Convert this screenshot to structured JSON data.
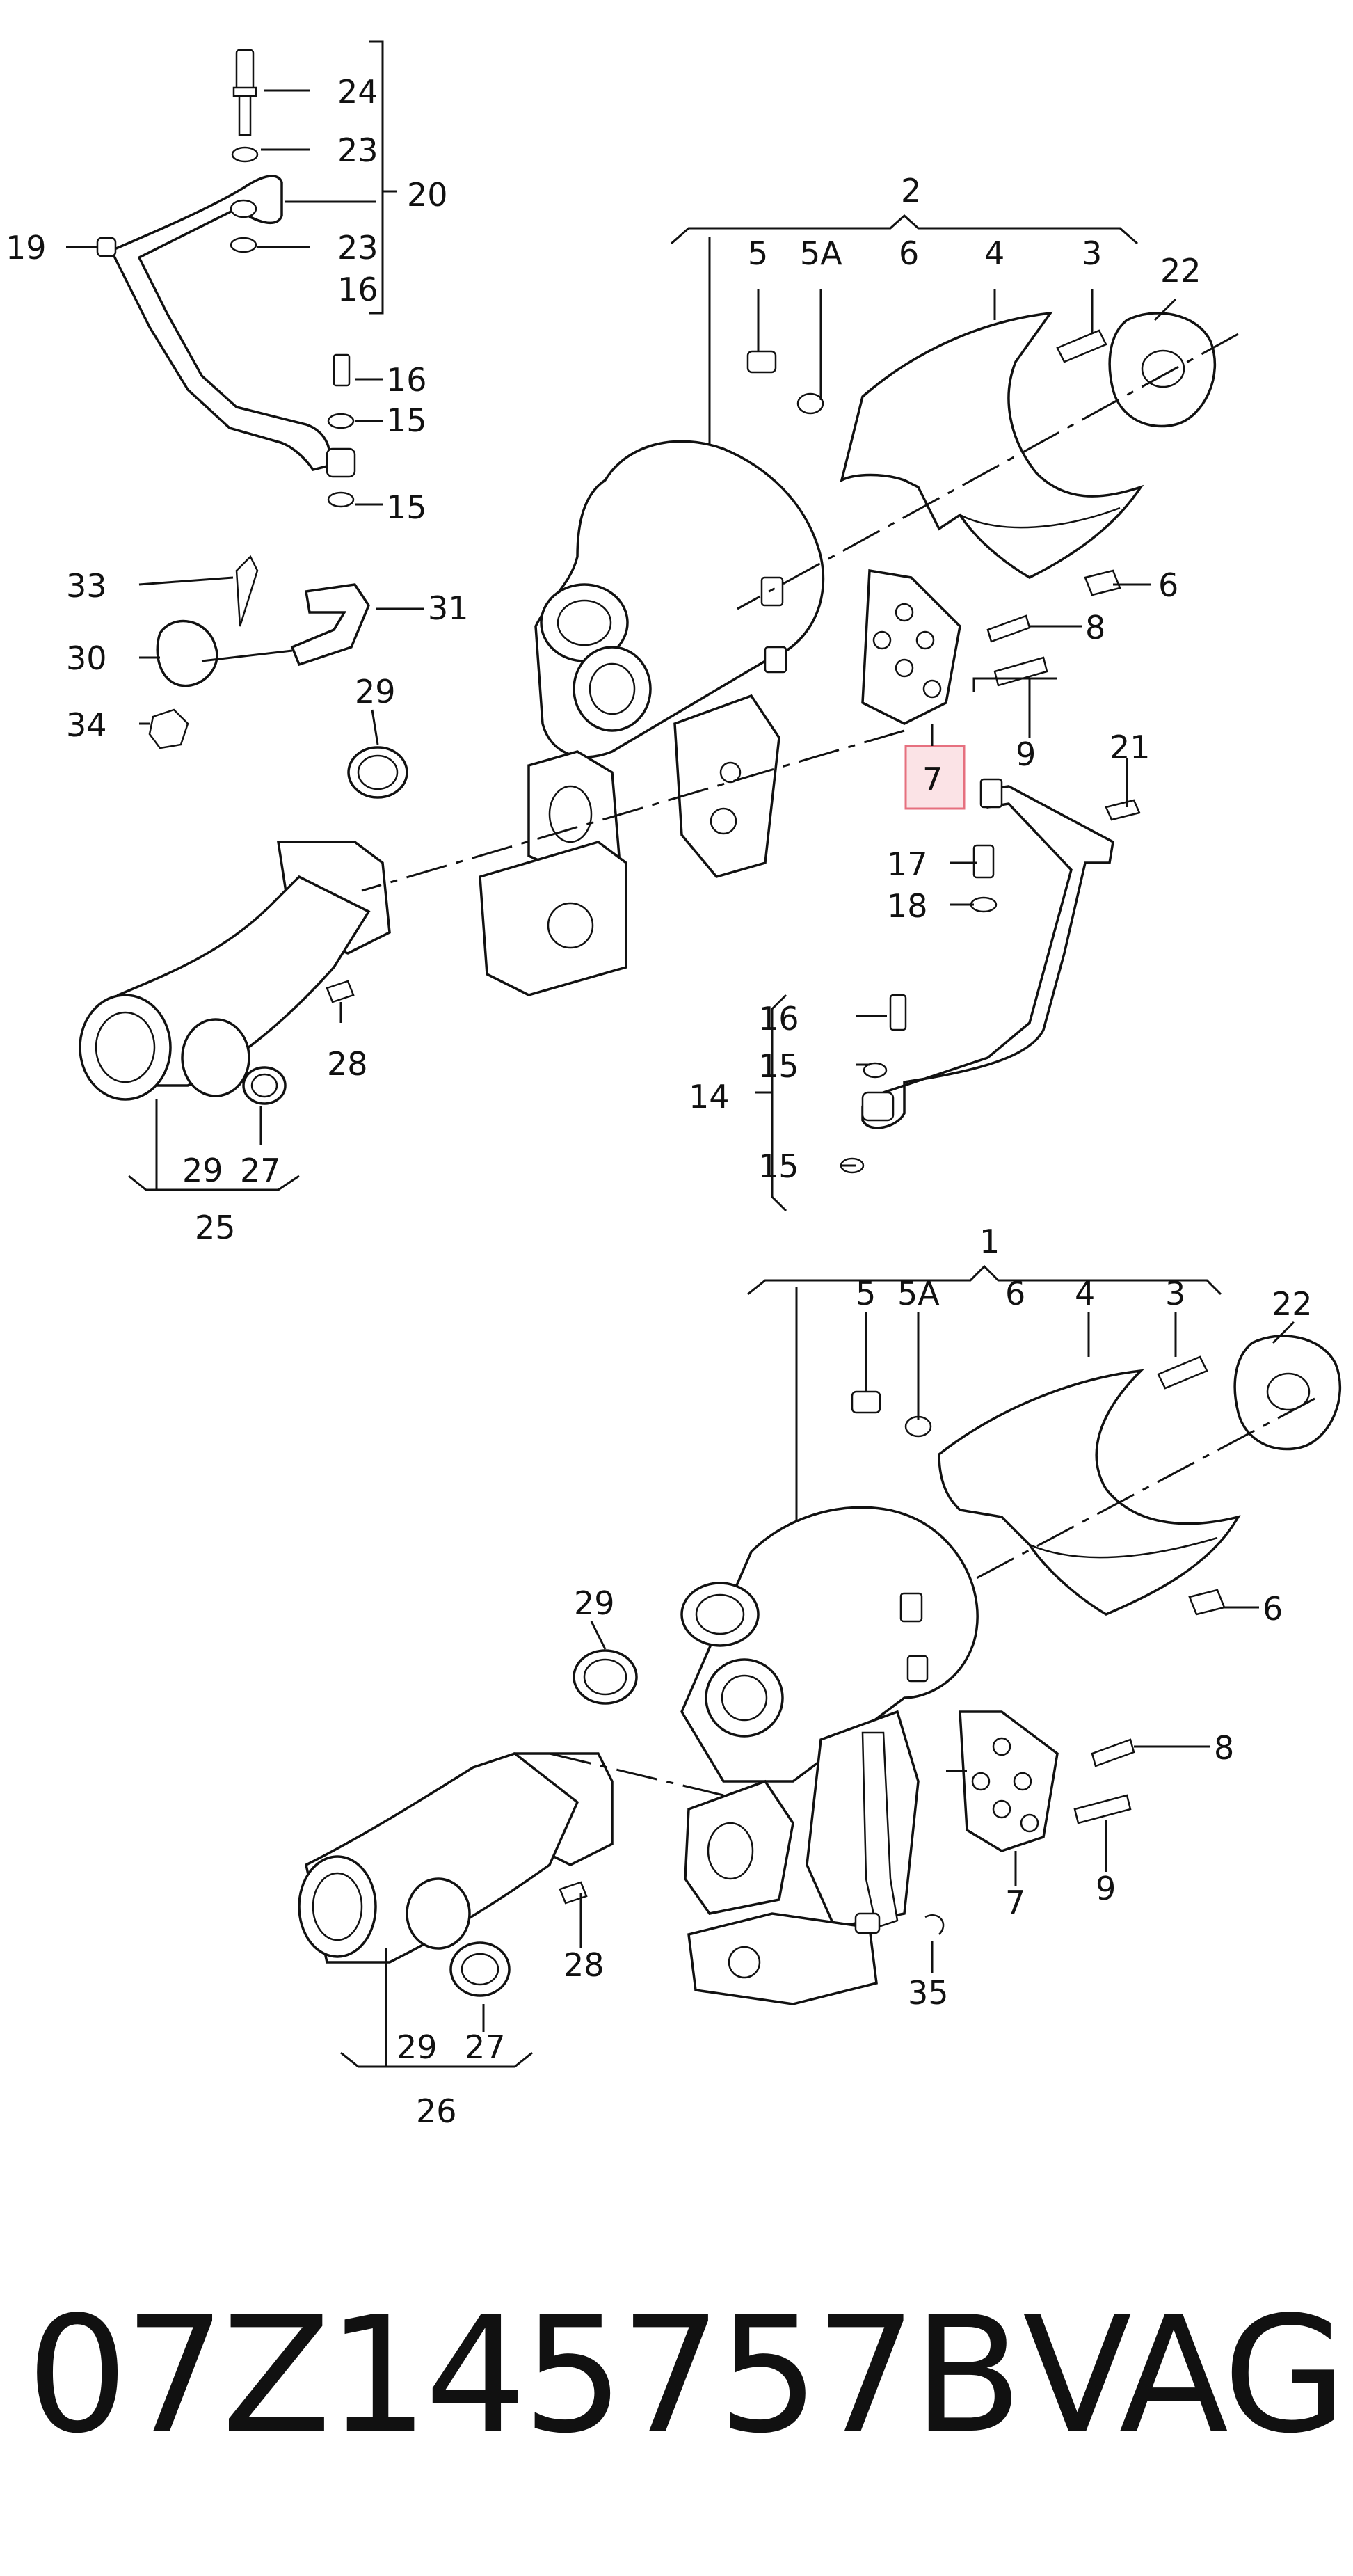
{
  "callouts": {
    "c1": "1",
    "c2": "2",
    "c3a": "3",
    "c3b": "3",
    "c4a": "4",
    "c4b": "4",
    "c5a": "5",
    "c5b": "5",
    "c5Aa": "5A",
    "c5Ab": "5A",
    "c6a": "6",
    "c6b": "6",
    "c6c": "6",
    "c6d": "6",
    "c7a": "7",
    "c7b": "7",
    "c8a": "8",
    "c8b": "8",
    "c9a": "9",
    "c9b": "9",
    "c14": "14",
    "c15a": "15",
    "c15b": "15",
    "c15c": "15",
    "c15d": "15",
    "c16a": "16",
    "c16b": "16",
    "c16c": "16",
    "c17": "17",
    "c18": "18",
    "c19": "19",
    "c20": "20",
    "c21": "21",
    "c22a": "22",
    "c22b": "22",
    "c23a": "23",
    "c23b": "23",
    "c24": "24",
    "c25": "25",
    "c26": "26",
    "c27a": "27",
    "c27b": "27",
    "c28a": "28",
    "c28b": "28",
    "c29a": "29",
    "c29b": "29",
    "c29c": "29",
    "c29d": "29",
    "c30": "30",
    "c31": "31",
    "c33": "33",
    "c34": "34",
    "c35": "35"
  },
  "highlight_color": "#fbe3e6",
  "footer": {
    "part_number": "07Z145757B",
    "brand": "VAG"
  }
}
